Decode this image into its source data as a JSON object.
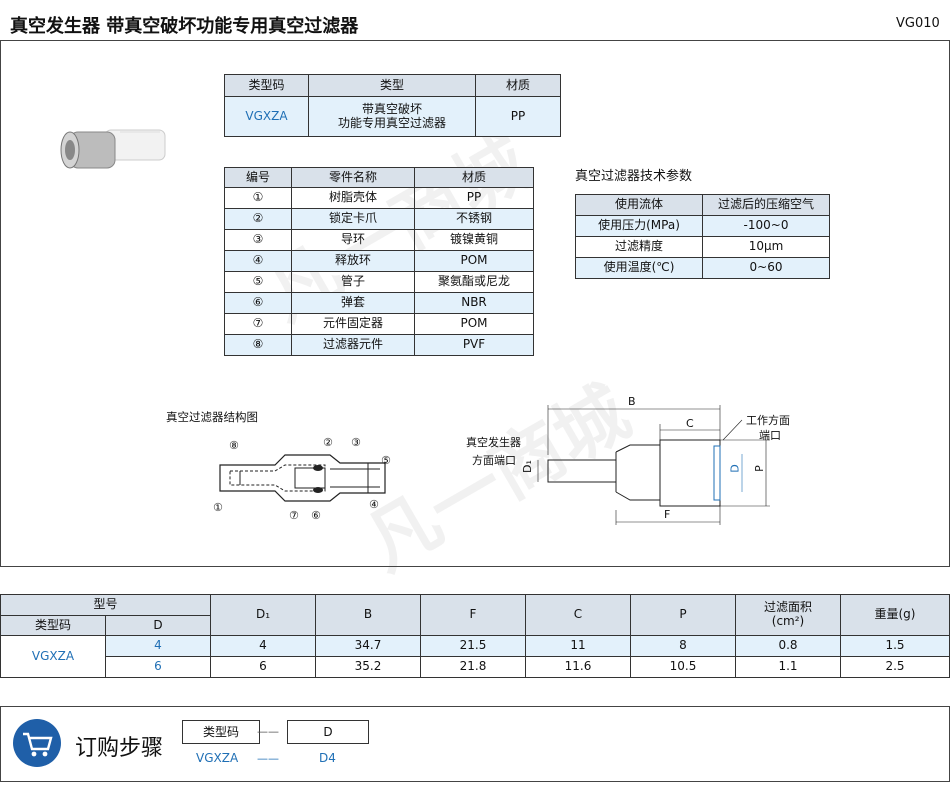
{
  "header": {
    "title": "真空发生器   带真空破坏功能专用真空过滤器",
    "code": "VG010"
  },
  "type_table": {
    "headers": [
      "类型码",
      "类型",
      "材质"
    ],
    "row": {
      "code": "VGXZA",
      "type_line1": "带真空破坏",
      "type_line2": "功能专用真空过滤器",
      "material": "PP"
    }
  },
  "parts_table": {
    "headers": [
      "编号",
      "零件名称",
      "材质"
    ],
    "rows": [
      {
        "no": "①",
        "name": "树脂壳体",
        "mat": "PP"
      },
      {
        "no": "②",
        "name": "锁定卡爪",
        "mat": "不锈钢"
      },
      {
        "no": "③",
        "name": "导环",
        "mat": "镀镍黄铜"
      },
      {
        "no": "④",
        "name": "释放环",
        "mat": "POM"
      },
      {
        "no": "⑤",
        "name": "管子",
        "mat": "聚氨酯或尼龙"
      },
      {
        "no": "⑥",
        "name": "弹套",
        "mat": "NBR"
      },
      {
        "no": "⑦",
        "name": "元件固定器",
        "mat": "POM"
      },
      {
        "no": "⑧",
        "name": "过滤器元件",
        "mat": "PVF"
      }
    ]
  },
  "spec": {
    "title": "真空过滤器技术参数",
    "rows": [
      {
        "k": "使用流体",
        "v": "过滤后的压缩空气"
      },
      {
        "k": "使用压力(MPa)",
        "v": "-100~0"
      },
      {
        "k": "过滤精度",
        "v": "10μm"
      },
      {
        "k": "使用温度(℃)",
        "v": "0~60"
      }
    ]
  },
  "structure": {
    "title": "真空过滤器结构图",
    "labels": [
      "⑧",
      "②",
      "③",
      "⑤",
      "①",
      "⑦",
      "⑥",
      "④"
    ]
  },
  "dims": {
    "B": "B",
    "C": "C",
    "F": "F",
    "D1": "D₁",
    "D": "D",
    "P": "P",
    "work_port_1": "工作方面",
    "work_port_2": "端口",
    "vac_port_1": "真空发生器",
    "vac_port_2": "方面端口"
  },
  "dim_table": {
    "model_label": "型号",
    "typecode_label": "类型码",
    "d_label": "D",
    "cols": [
      "D₁",
      "B",
      "F",
      "C",
      "P",
      "过滤面积",
      "重量(g)"
    ],
    "area_unit": "(cm²)",
    "typecode": "VGXZA",
    "rows": [
      {
        "d": "4",
        "vals": [
          "4",
          "34.7",
          "21.5",
          "11",
          "8",
          "0.8",
          "1.5"
        ]
      },
      {
        "d": "6",
        "vals": [
          "6",
          "35.2",
          "21.8",
          "11.6",
          "10.5",
          "1.1",
          "2.5"
        ]
      }
    ]
  },
  "order": {
    "title": "订购步骤",
    "box1": "类型码",
    "box2": "D",
    "val1": "VGXZA",
    "val2": "D4",
    "dash": "——"
  },
  "colors": {
    "accent": "#1f6fb5",
    "header_bg": "#d9e1ea",
    "row_blue": "#e3f1fb",
    "cart_circle": "#1f5fa8"
  },
  "icons": [
    "cart-icon"
  ]
}
